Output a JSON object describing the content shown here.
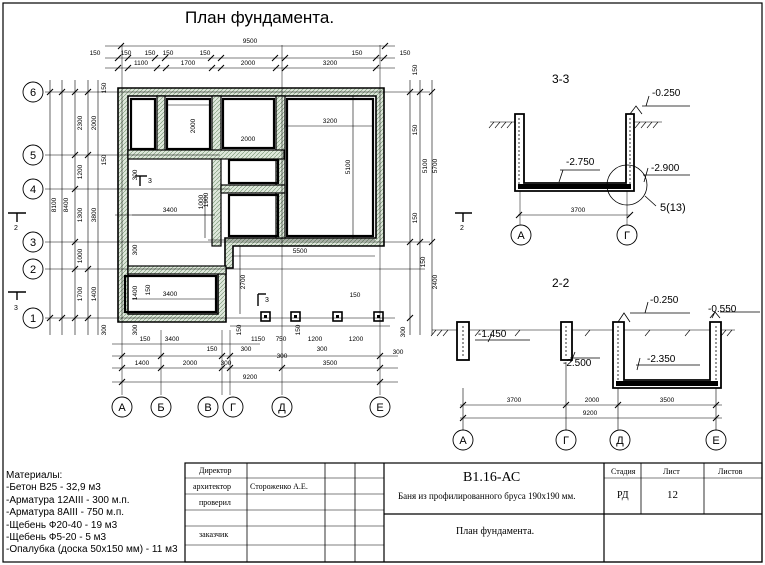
{
  "title": "План фундамента.",
  "materials": {
    "header": "Материалы:",
    "items": [
      "-Бетон В25 - 32,9 м3",
      "-Арматура 12АIII - 300 м.п.",
      "-Арматура 8АIII - 750 м.п.",
      "-Щебень Ф20-40 - 19 м3",
      "-Щебень Ф5-20 - 5 м3",
      "-Опалубка (доска 50х150 мм) - 11 м3"
    ]
  },
  "axes": {
    "rows": [
      "1",
      "2",
      "3",
      "4",
      "5",
      "6"
    ],
    "cols": [
      "А",
      "Б",
      "В",
      "Г",
      "Д",
      "Е"
    ]
  },
  "dims": {
    "top_overall": "9500",
    "top_row": [
      "150",
      "1100",
      "150",
      "1700",
      "150",
      "2000",
      "150",
      "3200",
      "150"
    ],
    "top_edges": [
      "150",
      "150"
    ],
    "bottom_row": [
      "1400",
      "2000",
      "300",
      "3500"
    ],
    "bottom_overall": "9200",
    "bottom_mid": [
      "150",
      "3400",
      "150",
      "1150",
      "300",
      "750",
      "300",
      "1200",
      "300",
      "1200",
      "300",
      "150"
    ],
    "left_outer": [
      "8100",
      "8400"
    ],
    "left_inner": [
      "2300",
      "1200",
      "1300",
      "1000",
      "1700"
    ],
    "left_room": [
      "2000",
      "3800",
      "1400"
    ],
    "left_small": [
      "150",
      "150",
      "300"
    ],
    "right": [
      "5100",
      "5700",
      "2400",
      "150",
      "150",
      "150",
      "150",
      "300"
    ],
    "inner": [
      "3200",
      "5100",
      "2000",
      "2000",
      "3400",
      "3400",
      "5500",
      "2700",
      "1900",
      "300",
      "300",
      "1400",
      "150",
      "300",
      "150",
      "150",
      "1000"
    ]
  },
  "sections": {
    "s33": {
      "title": "3-3",
      "levels": [
        "-0.250",
        "-2.750",
        "-2.900"
      ],
      "dim": "3700",
      "axes": [
        "А",
        "Г"
      ],
      "callout": "5(13)"
    },
    "s22": {
      "title": "2-2",
      "levels": [
        "-0.250",
        "-0.550",
        "-1.450",
        "-2.500",
        "-2.350"
      ],
      "dims": [
        "3700",
        "2000",
        "3500"
      ],
      "overall": "9200",
      "axes": [
        "А",
        "Г",
        "Д",
        "Е"
      ]
    }
  },
  "section_markers": [
    "2",
    "2",
    "3",
    "3",
    "3"
  ],
  "titleblock": {
    "roles": [
      "Директор",
      "архитектор",
      "проверил",
      "заказчик"
    ],
    "architect": "Стороженко А.Е.",
    "code": "В1.16-АС",
    "project": "Баня из профилированного бруса 190х190 мм.",
    "sheet_name": "План фундамента.",
    "stage_label": "Стадия",
    "sheet_label": "Лист",
    "sheets_label": "Листов",
    "stage": "РД",
    "sheet": "12"
  }
}
